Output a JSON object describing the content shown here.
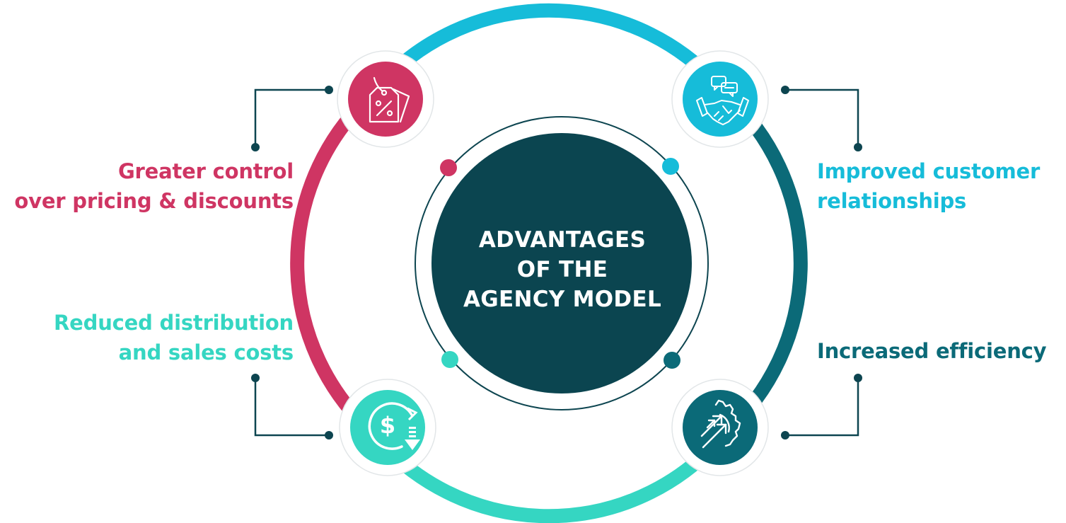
{
  "title": [
    "ADVANTAGES",
    "OF THE",
    "AGENCY MODEL"
  ],
  "advantages": [
    {
      "id": "pricing",
      "lines": [
        "Greater control",
        "over pricing & discounts"
      ],
      "color": "#cf3563",
      "icon": "discount-tag-icon"
    },
    {
      "id": "relationships",
      "lines": [
        "Improved customer",
        "relationships"
      ],
      "color": "#16bcd9",
      "icon": "handshake-icon"
    },
    {
      "id": "costs",
      "lines": [
        "Reduced distribution",
        "and sales costs"
      ],
      "color": "#35d6c2",
      "icon": "dollar-decrease-icon"
    },
    {
      "id": "efficiency",
      "lines": [
        "Increased efficiency"
      ],
      "color": "#0b6a78",
      "icon": "gear-arrows-icon"
    }
  ],
  "colors": {
    "center": "#0b4550",
    "connector": "#0d4550",
    "pink": "#cf3563",
    "cyan": "#16bcd9",
    "teal": "#0b6a78",
    "mint": "#35d6c2"
  }
}
